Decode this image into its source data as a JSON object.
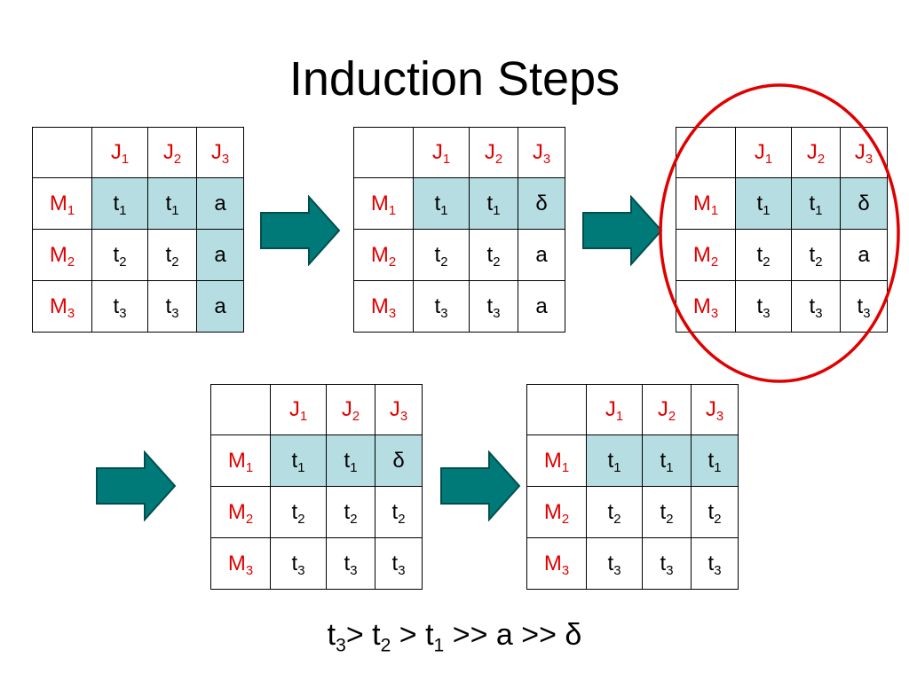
{
  "title": "Induction Steps",
  "header": [
    "J1",
    "J2",
    "J3"
  ],
  "rows": [
    "M1",
    "M2",
    "M3"
  ],
  "formula": "t3> t2 > t1 >> a >> δ",
  "tables": [
    {
      "cells": [
        [
          "t1",
          "t1",
          "a"
        ],
        [
          "t2",
          "t2",
          "a"
        ],
        [
          "t3",
          "t3",
          "a"
        ]
      ],
      "highlight": [
        [
          true,
          true,
          true
        ],
        [
          false,
          false,
          true
        ],
        [
          false,
          false,
          true
        ]
      ]
    },
    {
      "cells": [
        [
          "t1",
          "t1",
          "δ"
        ],
        [
          "t2",
          "t2",
          "a"
        ],
        [
          "t3",
          "t3",
          "a"
        ]
      ],
      "highlight": [
        [
          true,
          true,
          true
        ],
        [
          false,
          false,
          false
        ],
        [
          false,
          false,
          false
        ]
      ]
    },
    {
      "cells": [
        [
          "t1",
          "t1",
          "δ"
        ],
        [
          "t2",
          "t2",
          "a"
        ],
        [
          "t3",
          "t3",
          "t3"
        ]
      ],
      "highlight": [
        [
          true,
          true,
          true
        ],
        [
          false,
          false,
          false
        ],
        [
          false,
          false,
          false
        ]
      ]
    },
    {
      "cells": [
        [
          "t1",
          "t1",
          "δ"
        ],
        [
          "t2",
          "t2",
          "t2"
        ],
        [
          "t3",
          "t3",
          "t3"
        ]
      ],
      "highlight": [
        [
          true,
          true,
          true
        ],
        [
          false,
          false,
          false
        ],
        [
          false,
          false,
          false
        ]
      ]
    },
    {
      "cells": [
        [
          "t1",
          "t1",
          "t1"
        ],
        [
          "t2",
          "t2",
          "t2"
        ],
        [
          "t3",
          "t3",
          "t3"
        ]
      ],
      "highlight": [
        [
          true,
          true,
          true
        ],
        [
          false,
          false,
          false
        ],
        [
          false,
          false,
          false
        ]
      ]
    }
  ],
  "colors": {
    "accent_red": "#e00000",
    "highlight": "#b6dde2",
    "arrow_fill": "#007a78"
  }
}
